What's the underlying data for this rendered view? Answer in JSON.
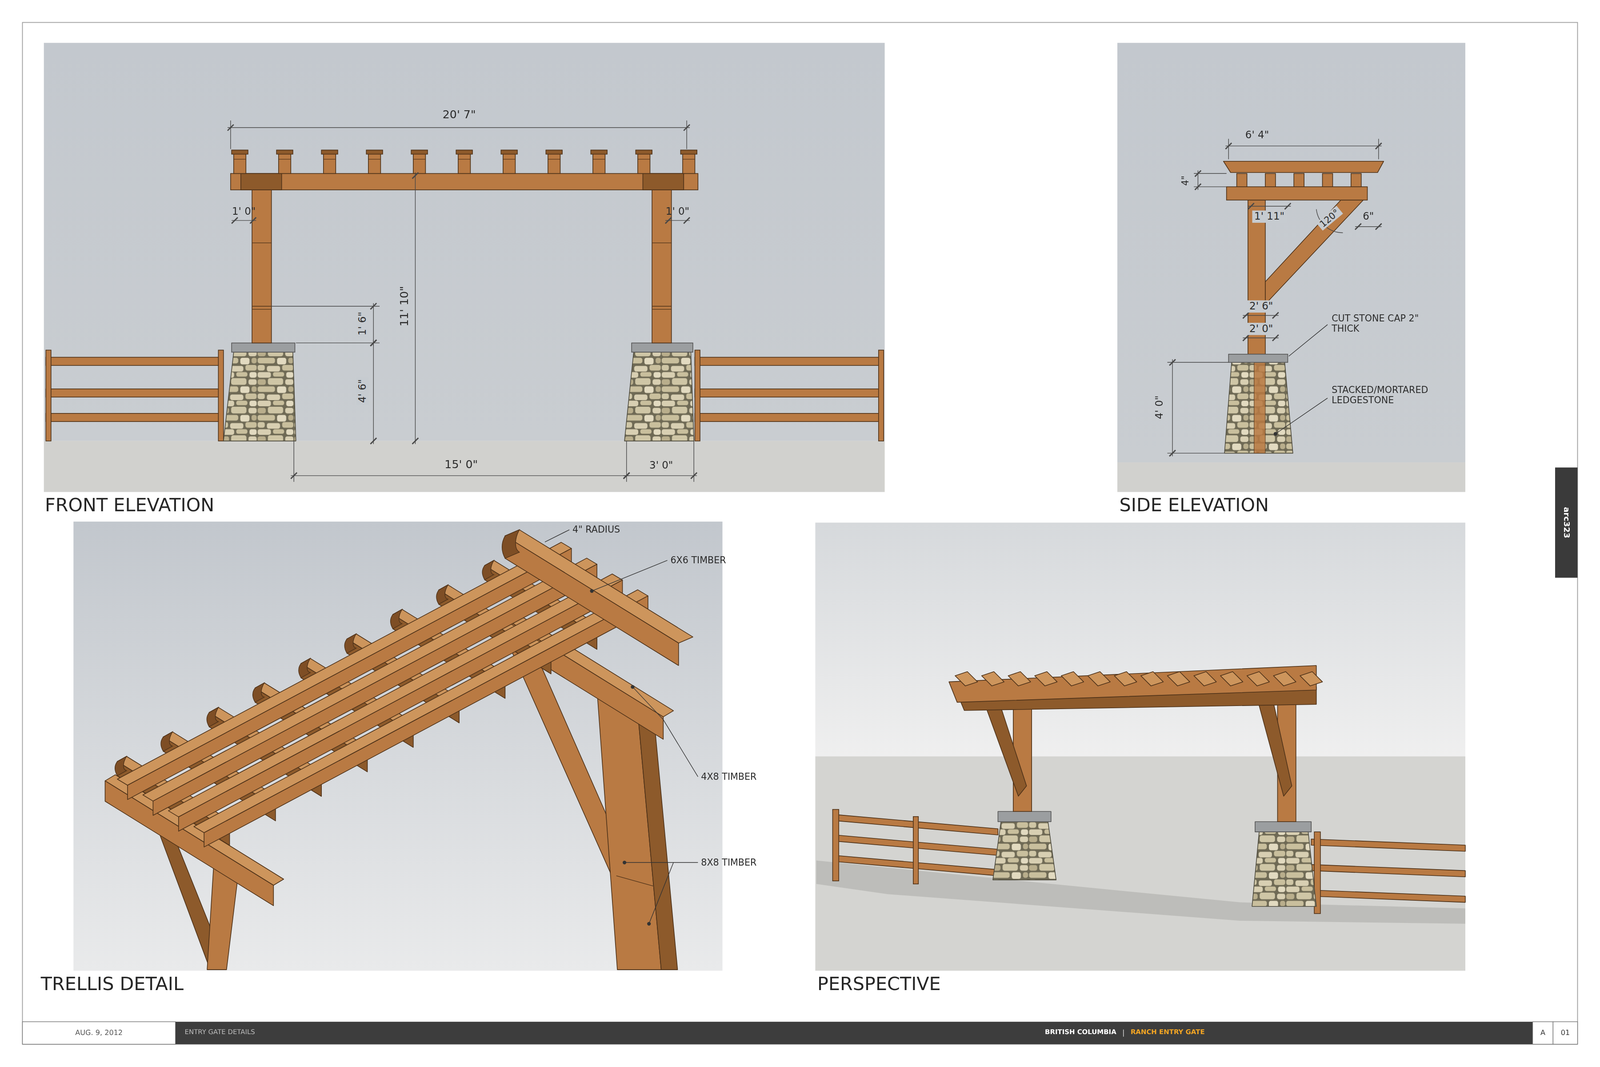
{
  "diagram": {
    "nodes": [
      {
        "text": [
          "FRONT ELEVATION"
        ]
      },
      {
        "text": [
          "SIDE ELEVATION"
        ]
      },
      {
        "text": [
          "TRELLIS DETAIL"
        ]
      },
      {
        "text": [
          "PERSPECTIVE"
        ]
      }
    ],
    "labels": [
      "20' 7\"",
      "1' 0\"",
      "1' 0\"",
      "11' 10\"",
      "1' 6\"",
      "4' 6\"",
      "15' 0\"",
      "3' 0\"",
      "6' 4\"",
      "4\"",
      "1' 11\"",
      "120°",
      "6\"",
      "2' 6\"",
      "2' 0\"",
      "4' 0\"",
      "CUT STONE CAP 2\" THICK",
      "STACKED/MORTARED LEDGESTONE",
      "4\" RADIUS",
      "6X6 TIMBER",
      "4X8 TIMBER",
      "8X8 TIMBER",
      "AUG. 9, 2012",
      "ENTRY GATE DETAILS",
      "BRITISH COLUMBIA",
      "|",
      "RANCH ENTRY GATE",
      "A",
      "01",
      "arc323"
    ]
  }
}
